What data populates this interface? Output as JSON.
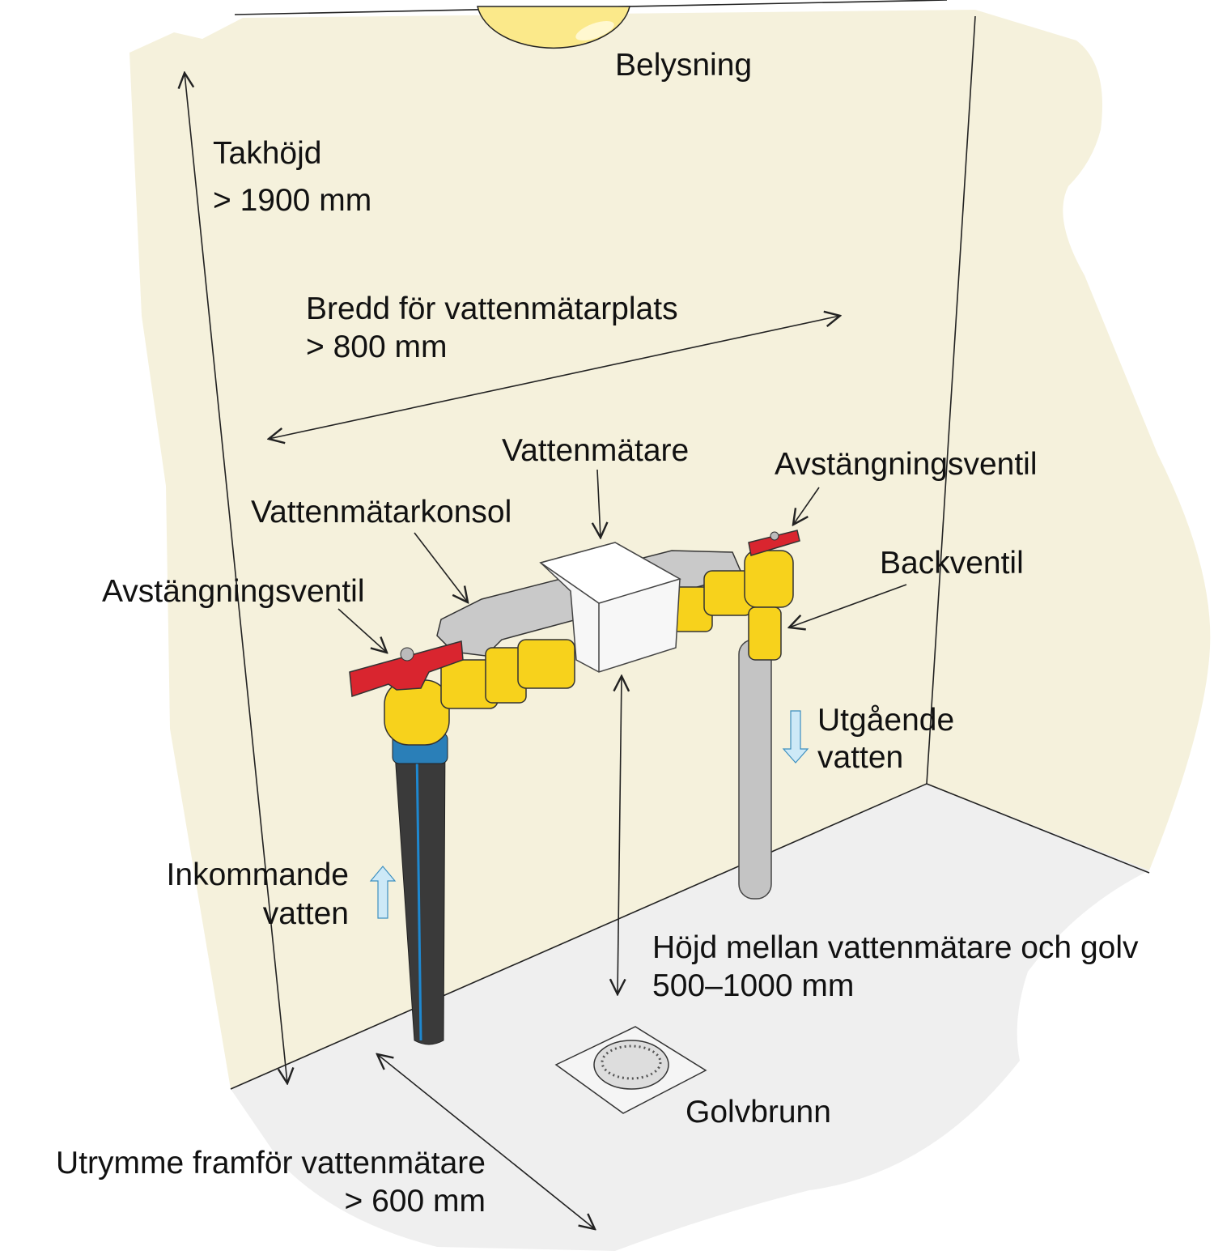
{
  "title": "Vattenmätarplats",
  "labels": {
    "lighting": "Belysning",
    "ceiling_height": "Takhöjd",
    "ceiling_height_value": "> 1900 mm",
    "width": "Bredd för vattenmätarplats",
    "width_value": "> 800 mm",
    "meter": "Vattenmätare",
    "shutoff_right": "Avstängningsventil",
    "bracket": "Vattenmätarkonsol",
    "shutoff_left": "Avstängningsventil",
    "check_valve": "Backventil",
    "outgoing_1": "Utgående",
    "outgoing_2": "vatten",
    "incoming_1": "Inkommande",
    "incoming_2": "vatten",
    "height": "Höjd mellan vattenmätare och golv",
    "height_value": "500–1000 mm",
    "drain": "Golvbrunn",
    "space_front": "Utrymme framför vattenmätare",
    "space_front_value": "> 600 mm"
  },
  "colors": {
    "wall": "#f5f1dc",
    "floor": "#efefef",
    "brass": "#f7d21c",
    "valve_handle": "#d9252f",
    "inlet_pipe": "#3a3a3a",
    "inlet_stripe": "#1e88d0",
    "flow_arrow": "#cde9f7",
    "lamp": "#fbe98a"
  }
}
